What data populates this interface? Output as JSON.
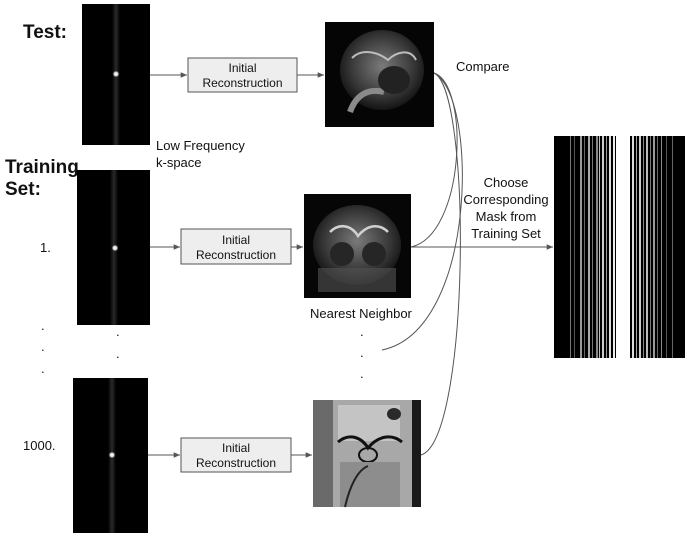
{
  "labels": {
    "test": "Test:",
    "training_line1": "Training",
    "training_line2": "Set:",
    "low_freq_line1": "Low Frequency",
    "low_freq_line2": "k-space",
    "compare": "Compare",
    "choose_line1": "Choose",
    "choose_line2": "Corresponding",
    "choose_line3": "Mask from",
    "choose_line4": "Training Set",
    "nearest_neighbor": "Nearest Neighbor",
    "index_first": "1.",
    "index_last": "1000.",
    "ellipsis_dot": "."
  },
  "boxes": {
    "line1": "Initial",
    "line2": "Reconstruction"
  },
  "images": {
    "kspace": "low-frequency k-space image",
    "recon_test": "knee MRI reconstruction (test)",
    "recon_1": "knee MRI reconstruction (training 1)",
    "recon_1000": "knee MRI reconstruction (training 1000)",
    "mask": "undersampling mask with vertical lines"
  },
  "colors": {
    "box_fill": "#eeeeee",
    "box_stroke": "#555555",
    "arrow": "#555555"
  }
}
